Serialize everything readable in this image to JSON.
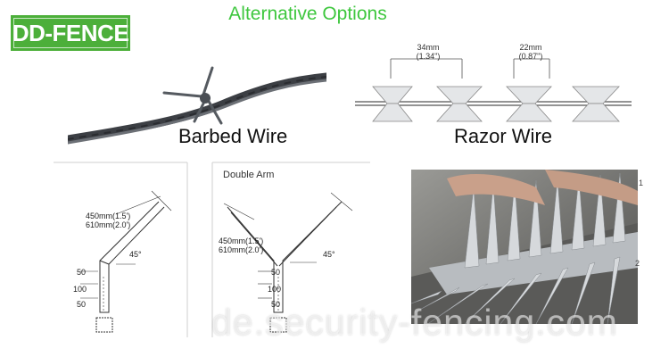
{
  "logo": {
    "text": "DD-FENCE"
  },
  "title": "Alternative Options",
  "barbed": {
    "caption": "Barbed Wire"
  },
  "razor": {
    "caption": "Razor Wire",
    "dim1": "34mm",
    "dim1_in": "(1.34\")",
    "dim2": "22mm",
    "dim2_in": "(0.87\")"
  },
  "single_arm": {
    "len1": "450mm(1.5')",
    "len2": "610mm(2.0')",
    "angle": "45°",
    "d_top": "50",
    "d_mid": "100",
    "d_bot": "50"
  },
  "double_arm": {
    "label": "Double Arm",
    "len1": "450mm(1.5')",
    "len2": "610mm(2.0')",
    "angle": "45°",
    "d_top": "50",
    "d_mid": "100",
    "d_bot": "50"
  },
  "photo_side": {
    "t1": "1",
    "t2": "2"
  },
  "watermark": "de.security-fencing.com",
  "colors": {
    "logo_bg": "#4caf3a",
    "title": "#3ec73e"
  }
}
